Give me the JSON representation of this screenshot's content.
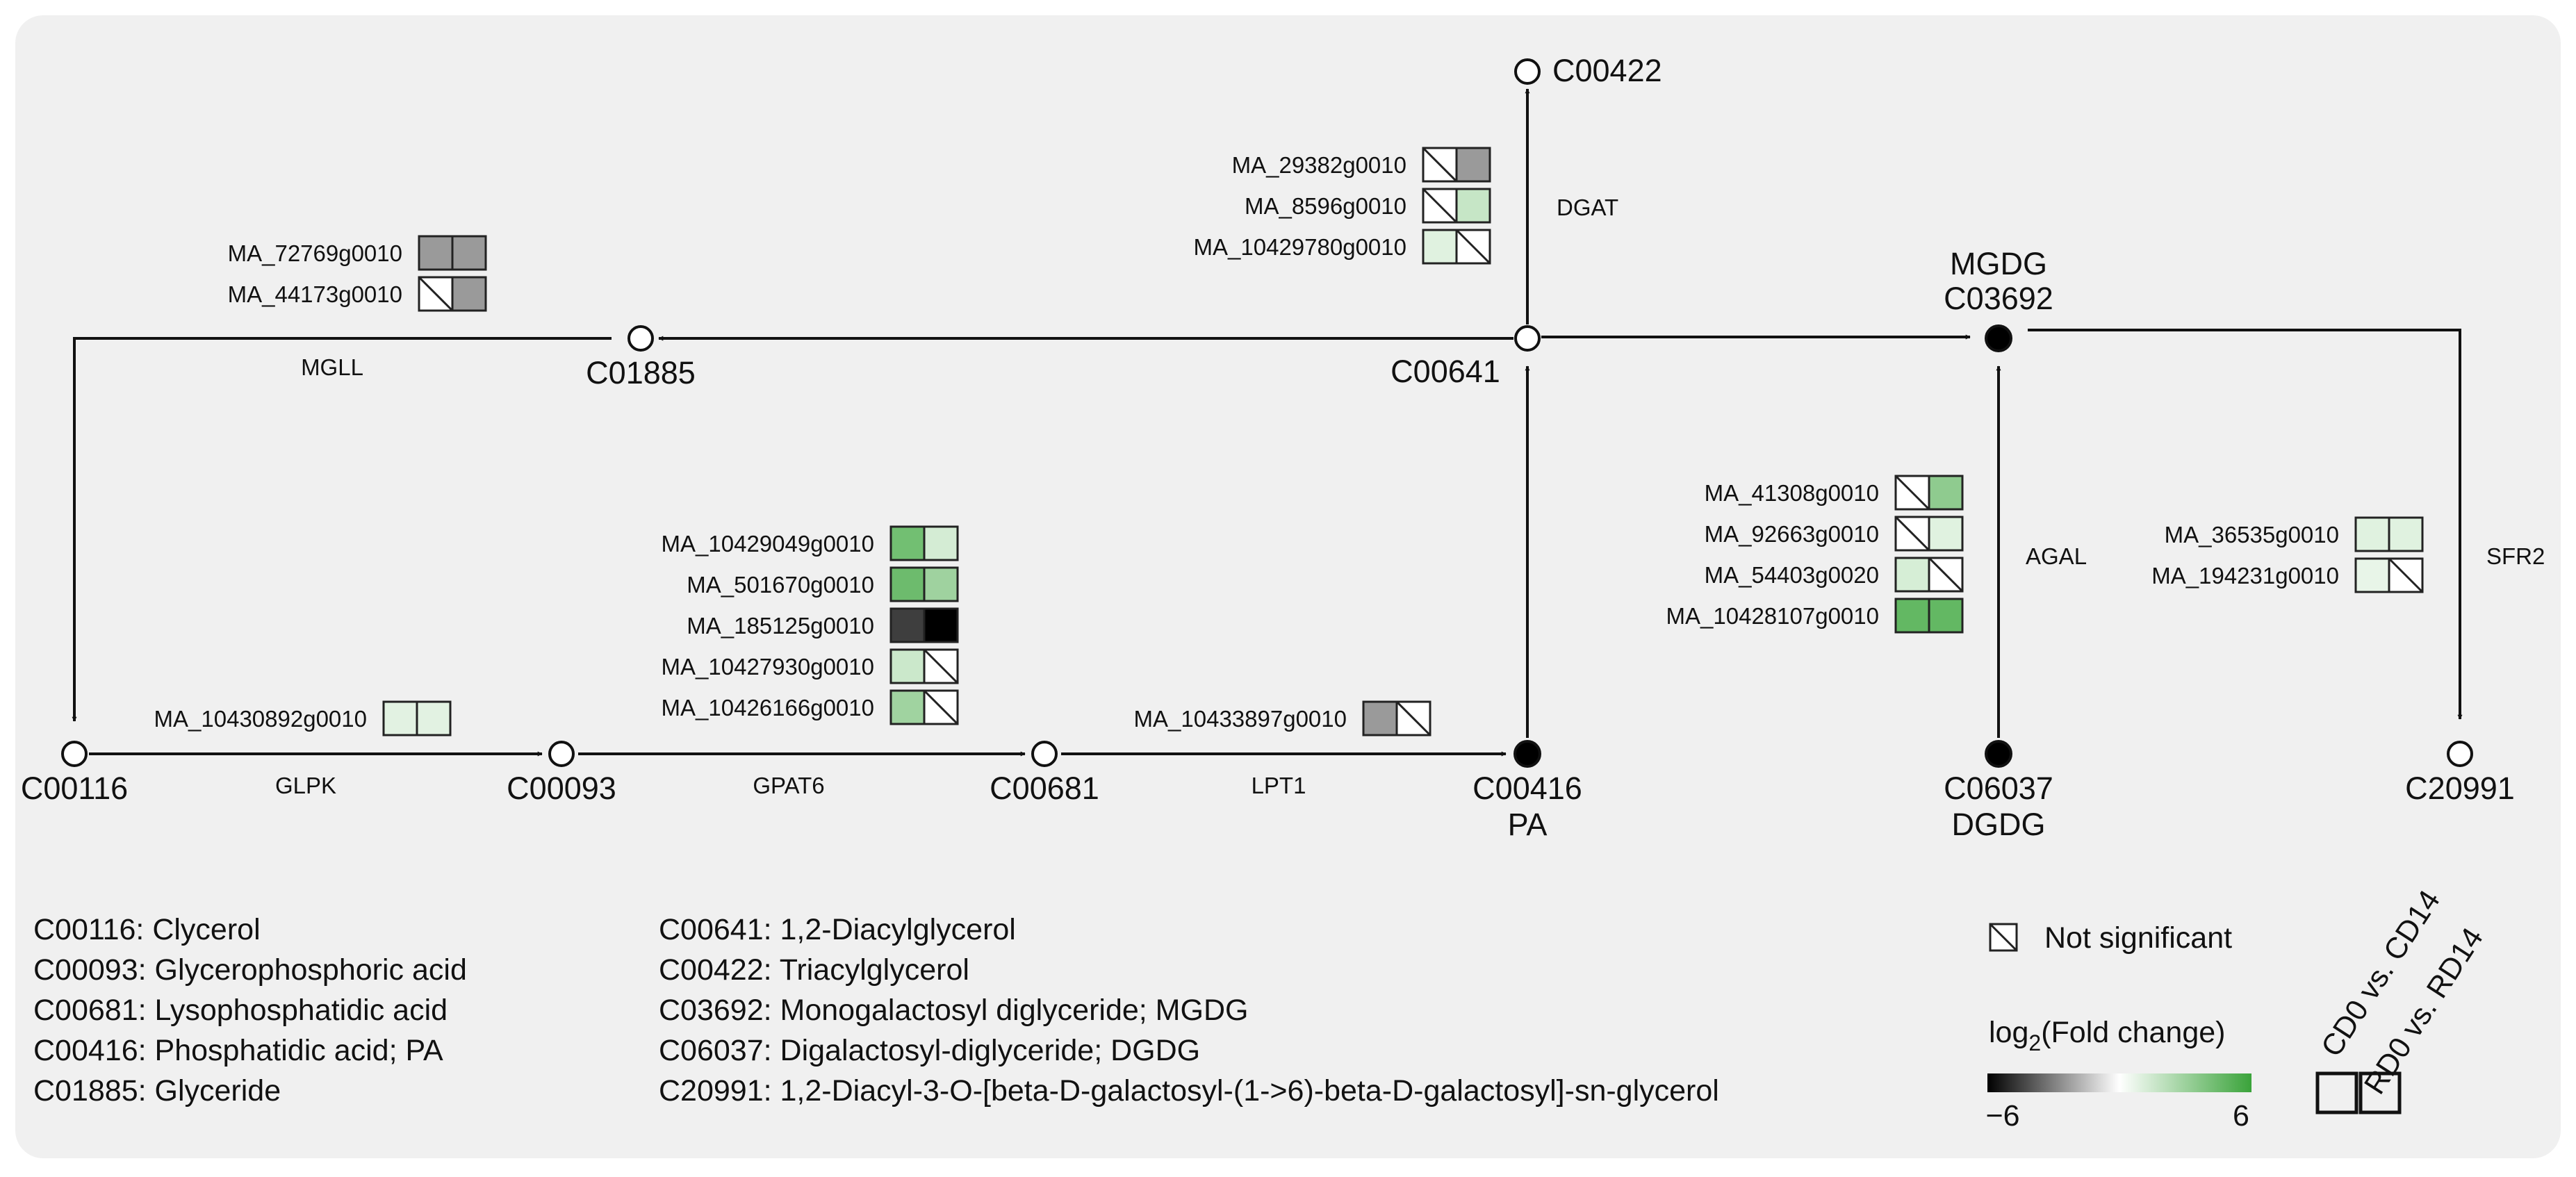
{
  "colors": {
    "panel_bg": "#f0f0f0",
    "edge": "#111111",
    "node_open_fill": "#ffffff",
    "node_filled": "#000000",
    "cell_border": "#222222",
    "gradient_min": "#000000",
    "gradient_mid": "#ffffff",
    "gradient_max": "#3aa33a"
  },
  "nodes": [
    {
      "id": "C00116",
      "label": "C00116",
      "filled": false
    },
    {
      "id": "C00093",
      "label": "C00093",
      "filled": false
    },
    {
      "id": "C00681",
      "label": "C00681",
      "filled": false
    },
    {
      "id": "C00416",
      "label": "C00416",
      "sublabel": "PA",
      "filled": true
    },
    {
      "id": "C06037",
      "label": "C06037",
      "sublabel": "DGDG",
      "filled": true
    },
    {
      "id": "C20991",
      "label": "C20991",
      "filled": false
    },
    {
      "id": "C01885",
      "label": "C01885",
      "filled": false
    },
    {
      "id": "C00641",
      "label": "C00641",
      "filled": false
    },
    {
      "id": "C00422",
      "label": "C00422",
      "filled": false
    },
    {
      "id": "C03692",
      "label": "C03692",
      "sublabel": "MGDG",
      "filled": true
    }
  ],
  "enzymes": [
    {
      "id": "MGLL",
      "label": "MGLL"
    },
    {
      "id": "GLPK",
      "label": "GLPK"
    },
    {
      "id": "GPAT6",
      "label": "GPAT6"
    },
    {
      "id": "LPT1",
      "label": "LPT1"
    },
    {
      "id": "DGAT",
      "label": "DGAT"
    },
    {
      "id": "AGAL",
      "label": "AGAL"
    },
    {
      "id": "SFR2",
      "label": "SFR2"
    }
  ],
  "gene_groups": [
    {
      "enzyme": "MGLL",
      "genes": [
        {
          "name": "MA_72769g0010",
          "cells": [
            {
              "v": null,
              "sig": true,
              "color": "#9a9a9a"
            },
            {
              "v": null,
              "sig": true,
              "color": "#9a9a9a"
            }
          ]
        },
        {
          "name": "MA_44173g0010",
          "cells": [
            {
              "v": null,
              "sig": false,
              "color": "#ffffff"
            },
            {
              "v": null,
              "sig": true,
              "color": "#9a9a9a"
            }
          ]
        }
      ]
    },
    {
      "enzyme": "DGAT",
      "genes": [
        {
          "name": "MA_29382g0010",
          "cells": [
            {
              "v": null,
              "sig": false,
              "color": "#ffffff"
            },
            {
              "v": null,
              "sig": true,
              "color": "#9a9a9a"
            }
          ]
        },
        {
          "name": "MA_8596g0010",
          "cells": [
            {
              "v": null,
              "sig": false,
              "color": "#ffffff"
            },
            {
              "v": null,
              "sig": true,
              "color": "#c6e6c6"
            }
          ]
        },
        {
          "name": "MA_10429780g0010",
          "cells": [
            {
              "v": null,
              "sig": true,
              "color": "#e0f2e0"
            },
            {
              "v": null,
              "sig": false,
              "color": "#ffffff"
            }
          ]
        }
      ]
    },
    {
      "enzyme": "GLPK",
      "genes": [
        {
          "name": "MA_10430892g0010",
          "cells": [
            {
              "v": null,
              "sig": true,
              "color": "#e2f2e2"
            },
            {
              "v": null,
              "sig": true,
              "color": "#e2f2e2"
            }
          ]
        }
      ]
    },
    {
      "enzyme": "GPAT6",
      "genes": [
        {
          "name": "MA_10429049g0010",
          "cells": [
            {
              "v": null,
              "sig": true,
              "color": "#72bf72"
            },
            {
              "v": null,
              "sig": true,
              "color": "#d4ecd4"
            }
          ]
        },
        {
          "name": "MA_501670g0010",
          "cells": [
            {
              "v": null,
              "sig": true,
              "color": "#6dbb6d"
            },
            {
              "v": null,
              "sig": true,
              "color": "#9fd29f"
            }
          ]
        },
        {
          "name": "MA_185125g0010",
          "cells": [
            {
              "v": null,
              "sig": true,
              "color": "#3e3e3e"
            },
            {
              "v": null,
              "sig": true,
              "color": "#000000"
            }
          ]
        },
        {
          "name": "MA_10427930g0010",
          "cells": [
            {
              "v": null,
              "sig": true,
              "color": "#cbe8cb"
            },
            {
              "v": null,
              "sig": false,
              "color": "#ffffff"
            }
          ]
        },
        {
          "name": "MA_10426166g0010",
          "cells": [
            {
              "v": null,
              "sig": true,
              "color": "#a0d3a0"
            },
            {
              "v": null,
              "sig": false,
              "color": "#ffffff"
            }
          ]
        }
      ]
    },
    {
      "enzyme": "LPT1",
      "genes": [
        {
          "name": "MA_10433897g0010",
          "cells": [
            {
              "v": null,
              "sig": true,
              "color": "#9a9a9a"
            },
            {
              "v": null,
              "sig": false,
              "color": "#ffffff"
            }
          ]
        }
      ]
    },
    {
      "enzyme": "AGAL",
      "genes": [
        {
          "name": "MA_41308g0010",
          "cells": [
            {
              "v": null,
              "sig": false,
              "color": "#ffffff"
            },
            {
              "v": null,
              "sig": true,
              "color": "#8fcb8f"
            }
          ]
        },
        {
          "name": "MA_92663g0010",
          "cells": [
            {
              "v": null,
              "sig": false,
              "color": "#ffffff"
            },
            {
              "v": null,
              "sig": true,
              "color": "#e0f2e0"
            }
          ]
        },
        {
          "name": "MA_54403g0020",
          "cells": [
            {
              "v": null,
              "sig": true,
              "color": "#d6eed6"
            },
            {
              "v": null,
              "sig": false,
              "color": "#ffffff"
            }
          ]
        },
        {
          "name": "MA_10428107g0010",
          "cells": [
            {
              "v": null,
              "sig": true,
              "color": "#63b863"
            },
            {
              "v": null,
              "sig": true,
              "color": "#63b863"
            }
          ]
        }
      ]
    },
    {
      "enzyme": "SFR2",
      "genes": [
        {
          "name": "MA_36535g0010",
          "cells": [
            {
              "v": null,
              "sig": true,
              "color": "#e0f2e0"
            },
            {
              "v": null,
              "sig": true,
              "color": "#e0f2e0"
            }
          ]
        },
        {
          "name": "MA_194231g0010",
          "cells": [
            {
              "v": null,
              "sig": true,
              "color": "#e8f5e8"
            },
            {
              "v": null,
              "sig": false,
              "color": "#ffffff"
            }
          ]
        }
      ]
    }
  ],
  "compound_legend": {
    "left": [
      "C00116: Clycerol",
      "C00093: Glycerophosphoric acid",
      "C00681: Lysophosphatidic acid",
      "C00416: Phosphatidic acid; PA",
      "C01885: Glyceride"
    ],
    "right": [
      "C00641: 1,2-Diacylglycerol",
      "C00422: Triacylglycerol",
      "C03692: Monogalactosyl diglyceride; MGDG",
      "C06037: Digalactosyl-diglyceride; DGDG",
      "C20991: 1,2-Diacyl-3-O-[beta-D-galactosyl-(1->6)-beta-D-galactosyl]-sn-glycerol"
    ]
  },
  "legend": {
    "not_significant": "Not significant",
    "scale_title_prefix": "log",
    "scale_title_sub": "2",
    "scale_title_suffix": "(Fold change)",
    "scale_min": "−6",
    "scale_max": "6",
    "comparison_1": "CD0 vs. CD14",
    "comparison_2": "RD0 vs. RD14"
  }
}
